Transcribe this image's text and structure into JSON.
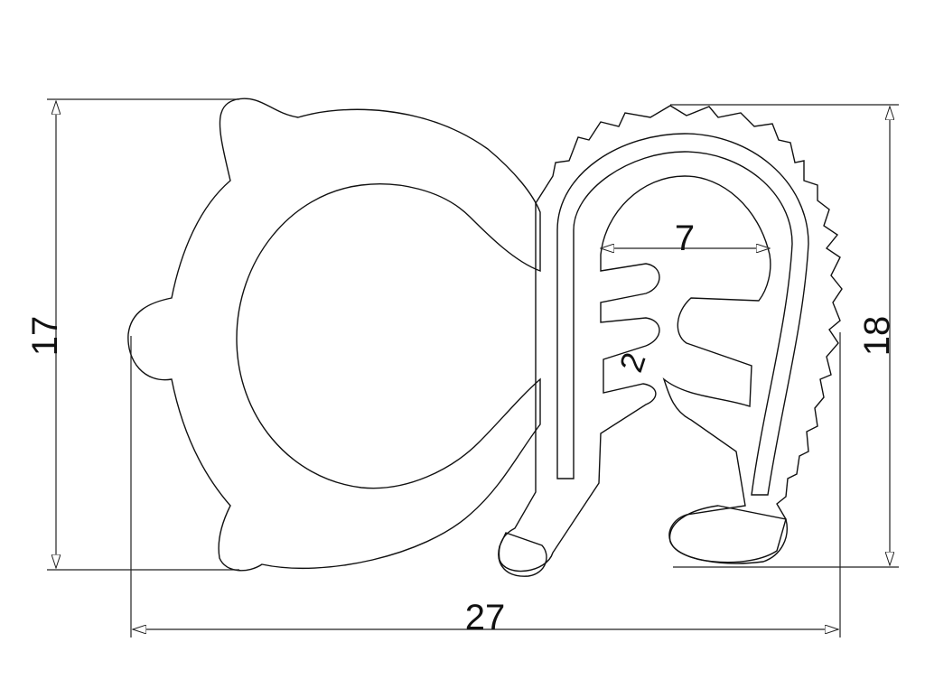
{
  "drawing": {
    "dimensions": {
      "height_left": "17",
      "height_right": "18",
      "total_width": "27",
      "clip_opening": "7",
      "lip_gap": "2"
    },
    "colors": {
      "line": "#111111",
      "background": "#ffffff"
    }
  }
}
